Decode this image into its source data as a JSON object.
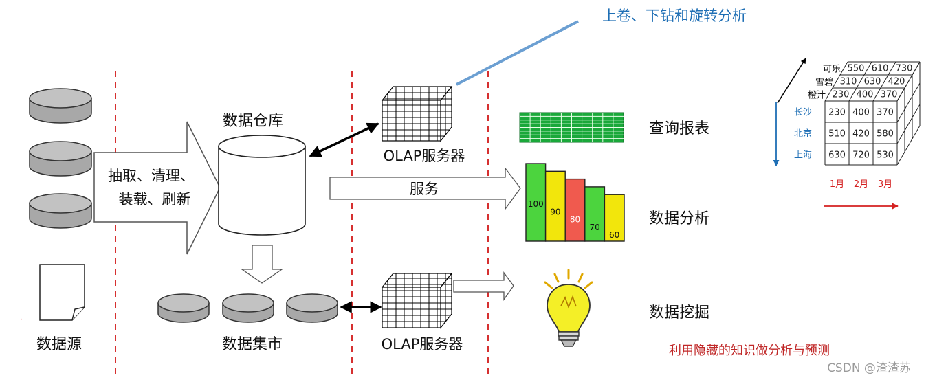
{
  "labels": {
    "drill": "上卷、下钻和旋转分析",
    "dw": "数据仓库",
    "etl_line1": "抽取、清理、",
    "etl_line2": "装载、刷新",
    "olap_top": "OLAP服务器",
    "olap_bottom": "OLAP服务器",
    "service": "服务",
    "query": "查询报表",
    "analysis": "数据分析",
    "mining": "数据挖掘",
    "mining_desc": "利用隐藏的知识做分析与预测",
    "source": "数据源",
    "mart": "数据集市",
    "watermark": "CSDN @渣渣苏"
  },
  "bar_values": [
    {
      "value": 100,
      "color": "#4cd43e"
    },
    {
      "value": 90,
      "color": "#f2e60c"
    },
    {
      "value": 80,
      "color": "#f05a4e"
    },
    {
      "value": 70,
      "color": "#4cd43e"
    },
    {
      "value": 60,
      "color": "#f2e60c"
    }
  ],
  "cube": {
    "products": [
      "可乐",
      "雪碧",
      "橙汁"
    ],
    "cities": [
      "长沙",
      "北京",
      "上海"
    ],
    "months": [
      "1月",
      "2月",
      "3月"
    ],
    "front": [
      [
        "230",
        "400",
        "370"
      ],
      [
        "510",
        "420",
        "580"
      ],
      [
        "630",
        "720",
        "530"
      ]
    ],
    "top_rows": [
      [
        "550",
        "610",
        "730"
      ],
      [
        "310",
        "630",
        "420"
      ],
      [
        "230",
        "400",
        "370"
      ]
    ],
    "city_color": "#1f6fb5",
    "month_color": "#d42020"
  }
}
